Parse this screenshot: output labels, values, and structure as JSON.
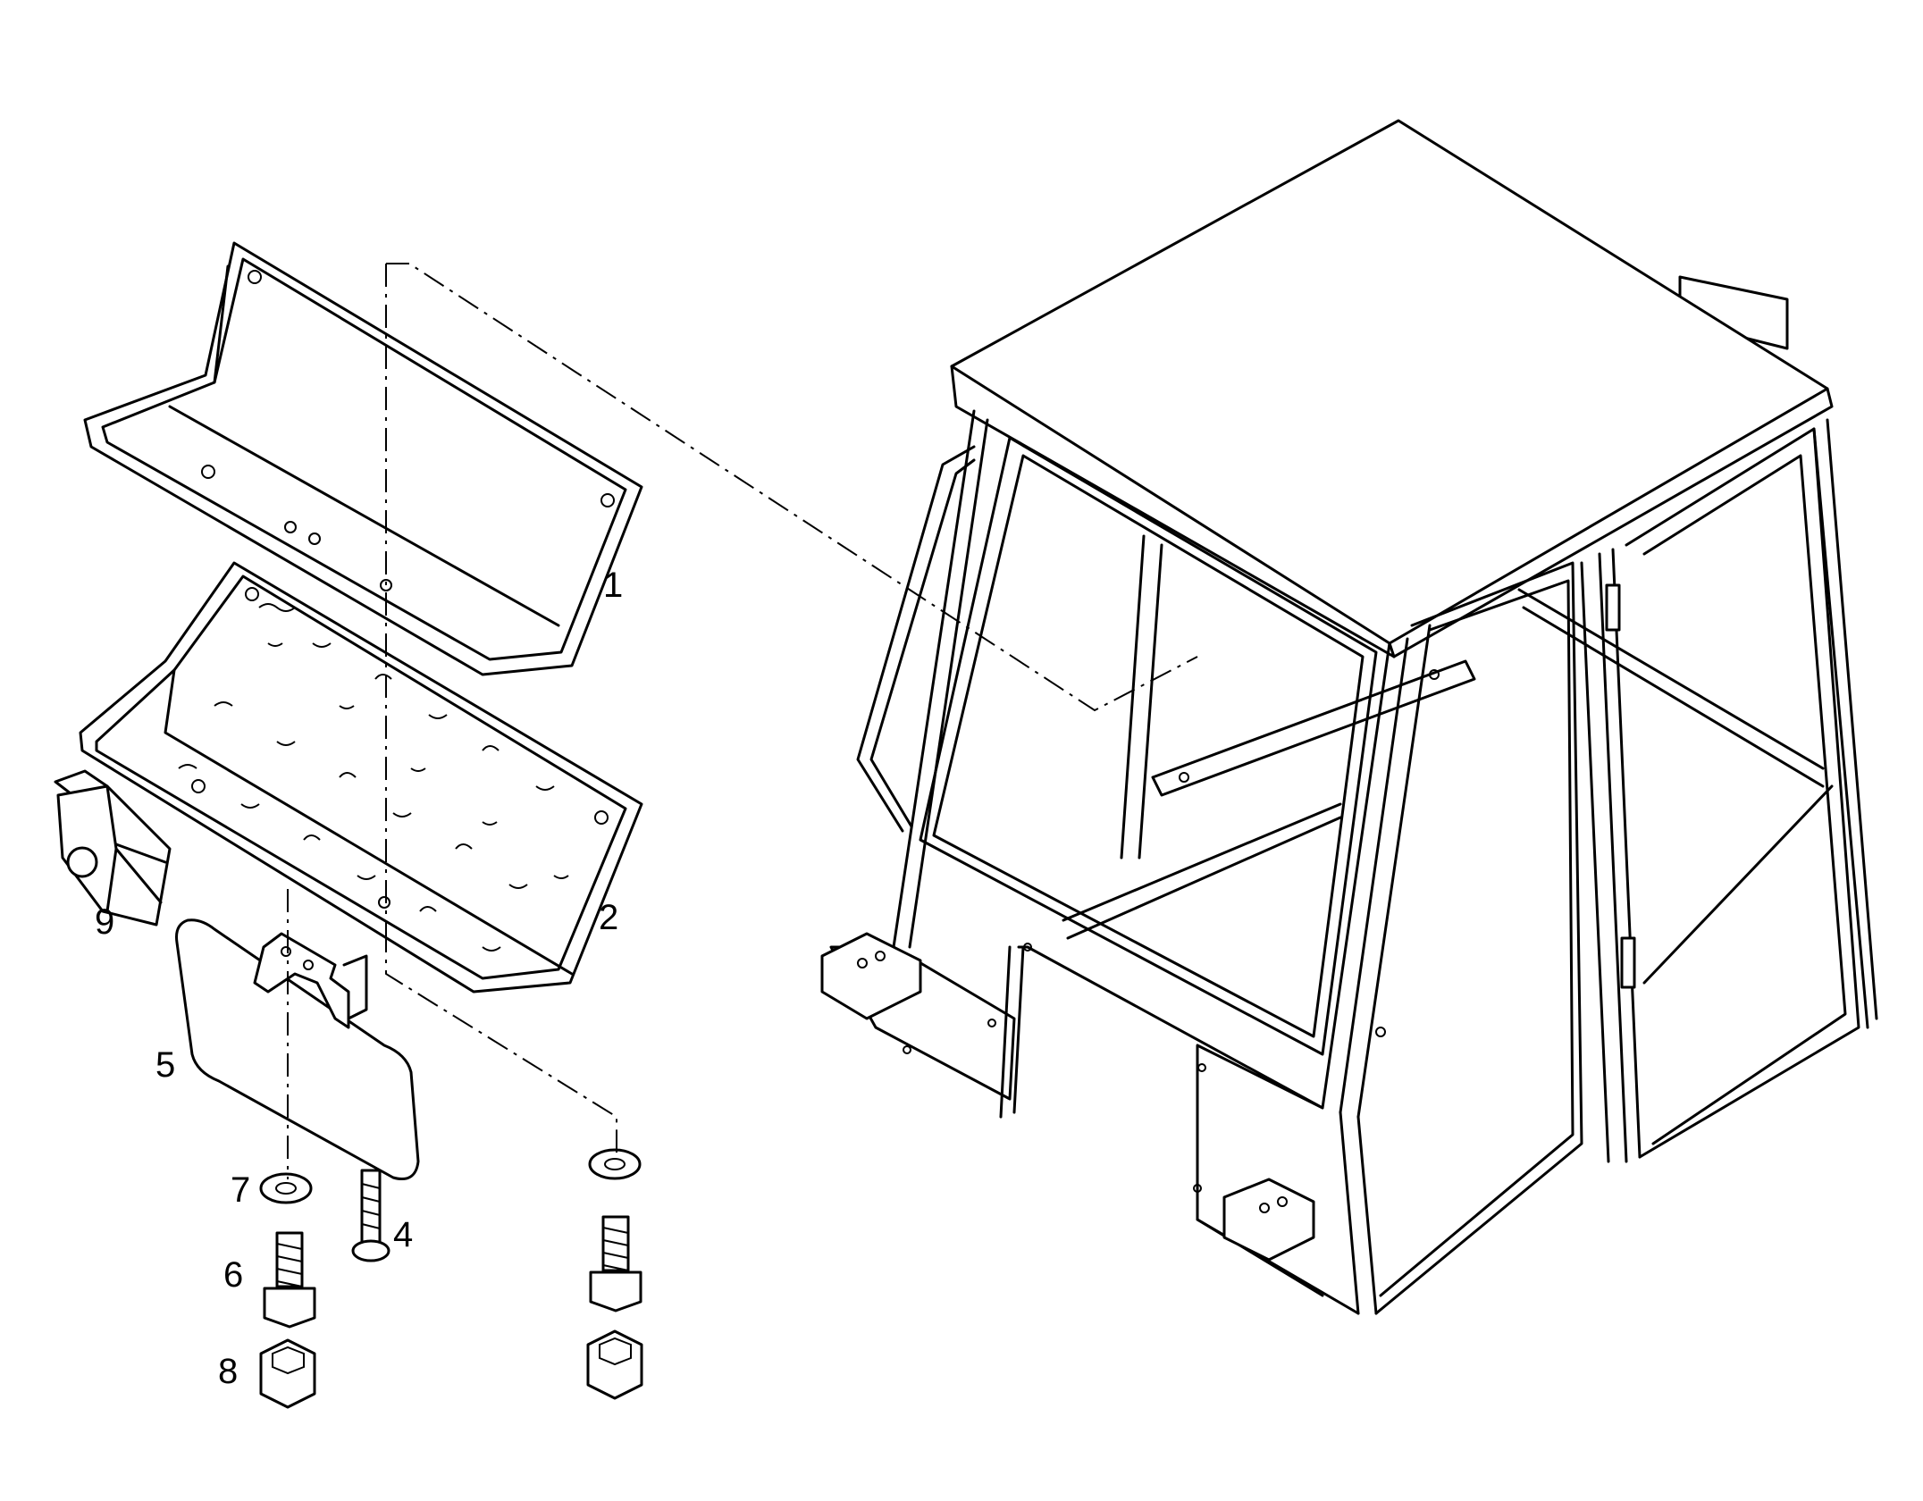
{
  "figure": {
    "callouts": [
      {
        "id": "1",
        "text": "1"
      },
      {
        "id": "2",
        "text": "2"
      },
      {
        "id": "4",
        "text": "4"
      },
      {
        "id": "5",
        "text": "5"
      },
      {
        "id": "6",
        "text": "6"
      },
      {
        "id": "7",
        "text": "7"
      },
      {
        "id": "8",
        "text": "8"
      },
      {
        "id": "9",
        "text": "9"
      }
    ],
    "colors": {
      "ink": "#000000",
      "paper": "#ffffff"
    }
  }
}
